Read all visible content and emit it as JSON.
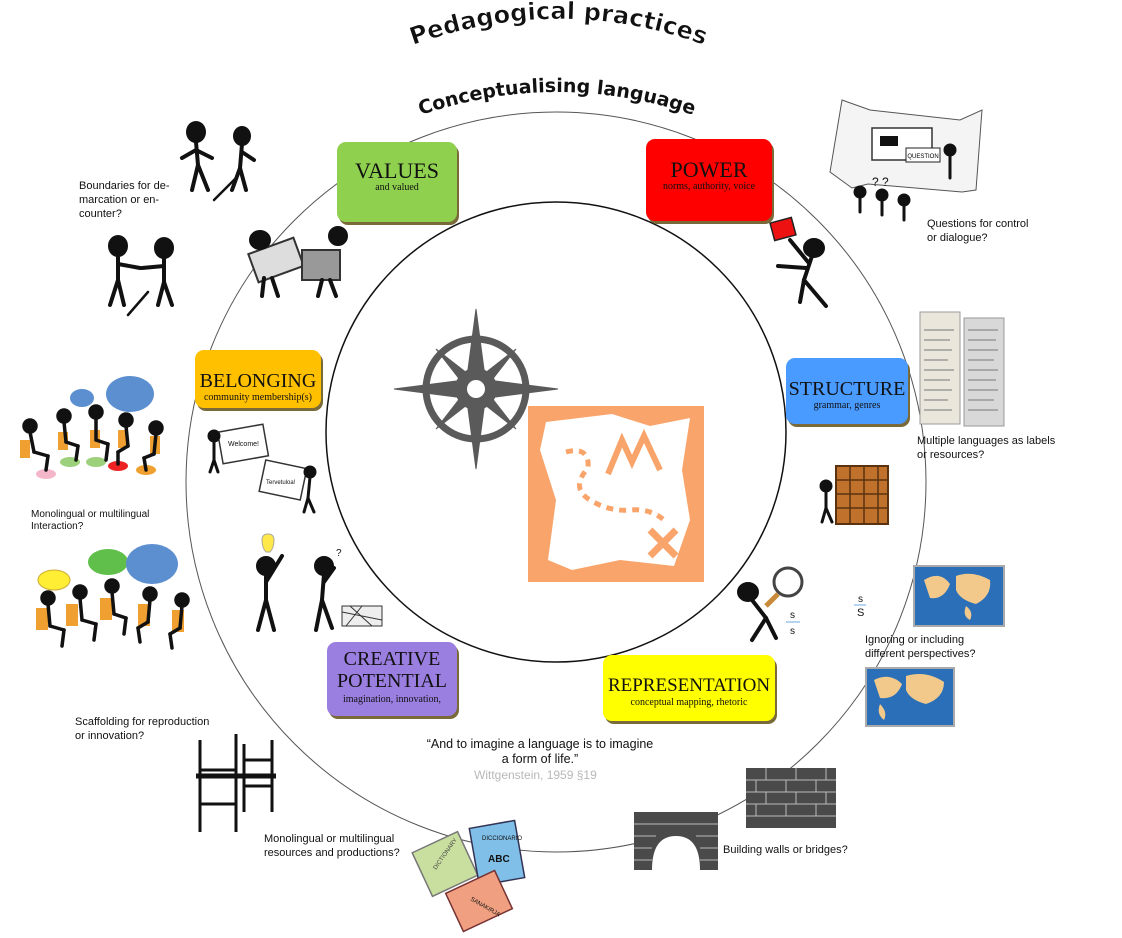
{
  "titles": {
    "outer": "Pedagogical practices",
    "inner": "Conceptualising language"
  },
  "boxes": [
    {
      "id": "values",
      "title": "VALUES",
      "subtitle": "and valued",
      "color": "#8fd14f"
    },
    {
      "id": "power",
      "title": "POWER",
      "subtitle": "norms, authority, voice",
      "color": "#ff0000"
    },
    {
      "id": "structure",
      "title": "STRUCTURE",
      "subtitle": "grammar, genres",
      "color": "#4a9bff"
    },
    {
      "id": "representation",
      "title": "REPRESENTATION",
      "subtitle": "conceptual mapping, rhetoric",
      "color": "#ffff00"
    },
    {
      "id": "creative",
      "title1": "CREATIVE",
      "title2": "POTENTIAL",
      "subtitle": "imagination, innovation,",
      "color": "#9a7fe0"
    },
    {
      "id": "belonging",
      "title": "BELONGING",
      "subtitle": "community  membership(s)",
      "color": "#ffc000"
    }
  ],
  "questions": {
    "boundaries": [
      "Boundaries for de-",
      "marcation or en-",
      "counter?"
    ],
    "control": [
      "Questions for control",
      "or dialogue?"
    ],
    "languages": [
      "Multiple languages as labels",
      "or resources?"
    ],
    "perspectives": [
      "Ignoring or including",
      "different perspectives?"
    ],
    "walls": [
      "Building walls or bridges?"
    ],
    "resources": [
      "Monolingual or multilingual",
      "resources and productions?"
    ],
    "scaffolding": [
      "Scaffolding for  reproduction",
      "or innovation?"
    ],
    "interaction": [
      "Monolingual or multilingual",
      "Interaction?"
    ]
  },
  "quote": {
    "line1": "“And to imagine a language is to imagine",
    "line2": "a form of life.”",
    "citation": "Wittgenstein, 1959 §19"
  },
  "speech_labels": {
    "welcome": "Welcome!",
    "tervetuloa": "Tervetuloa!",
    "question_sign": "QUESTION",
    "fraction_num": "s",
    "fraction_den": "S"
  },
  "book_labels": {
    "dictionary1": "DICTIONARY",
    "dictionary2": "DICCIONARIO",
    "abc": "ABC",
    "sanakirja": "SANAKIRJA"
  },
  "icons": {
    "compass": "compass-rose-icon",
    "map": "treasure-map-icon"
  },
  "colors": {
    "map_orange": "#f9a46a",
    "compass_gray": "#5a5a5a",
    "figure": "#111111",
    "chair_orange": "#f0a030"
  }
}
